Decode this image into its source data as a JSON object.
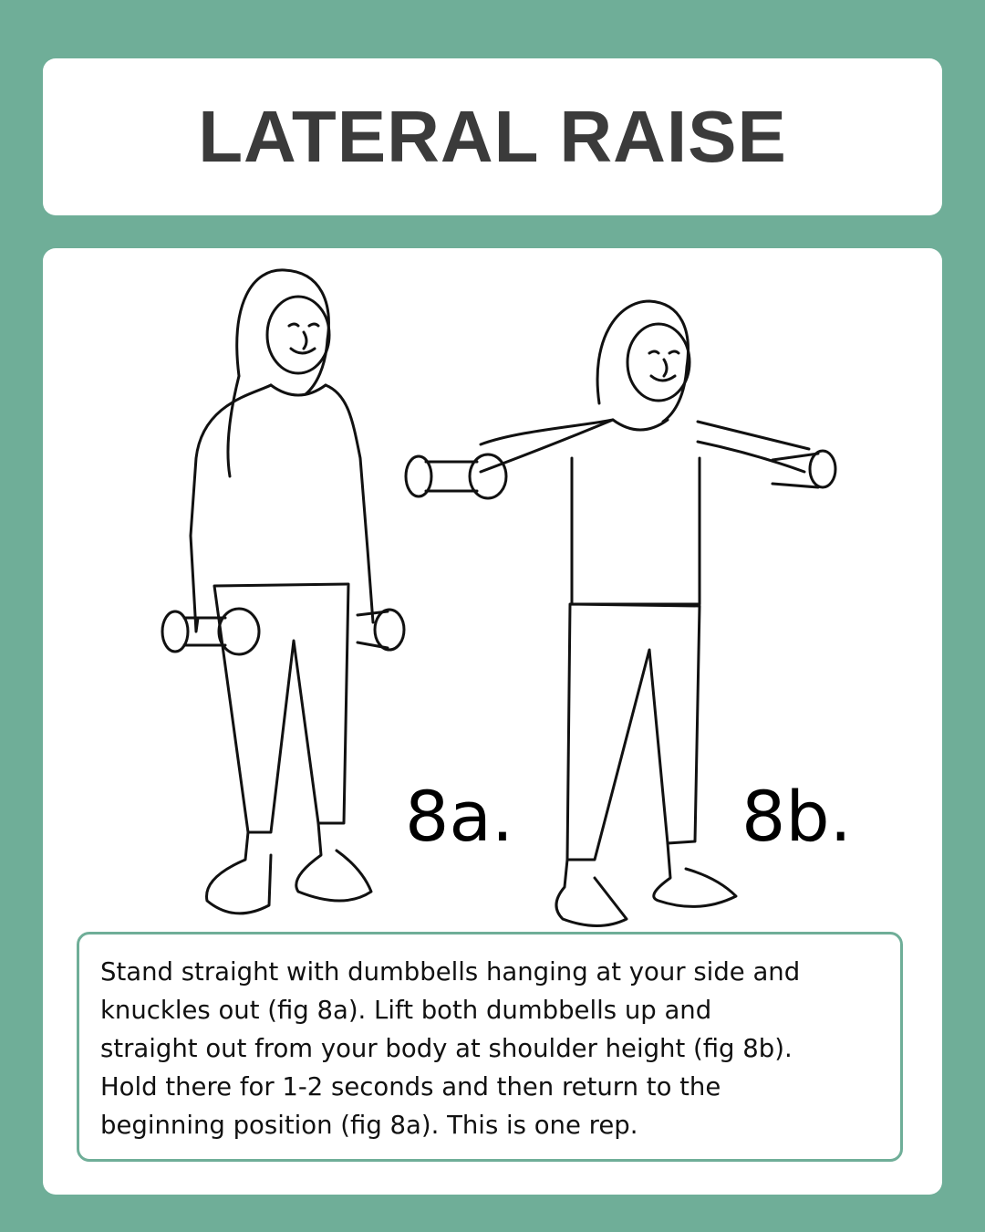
{
  "title": "LATERAL RAISE",
  "figures": [
    {
      "label": "8a."
    },
    {
      "label": "8b."
    }
  ],
  "description": {
    "lines": [
      "Stand straight with dumbbells hanging at your side and",
      "knuckles out (fig 8a). Lift both dumbbells up and",
      "straight out from your body at shoulder height (fig 8b).",
      "Hold there for 1-2 seconds and then return to the",
      "beginning position (fig 8a). This is one rep."
    ]
  },
  "colors": {
    "background": "#6fae98",
    "card": "#ffffff",
    "title": "#3b3b3b",
    "border": "#6fae98"
  }
}
